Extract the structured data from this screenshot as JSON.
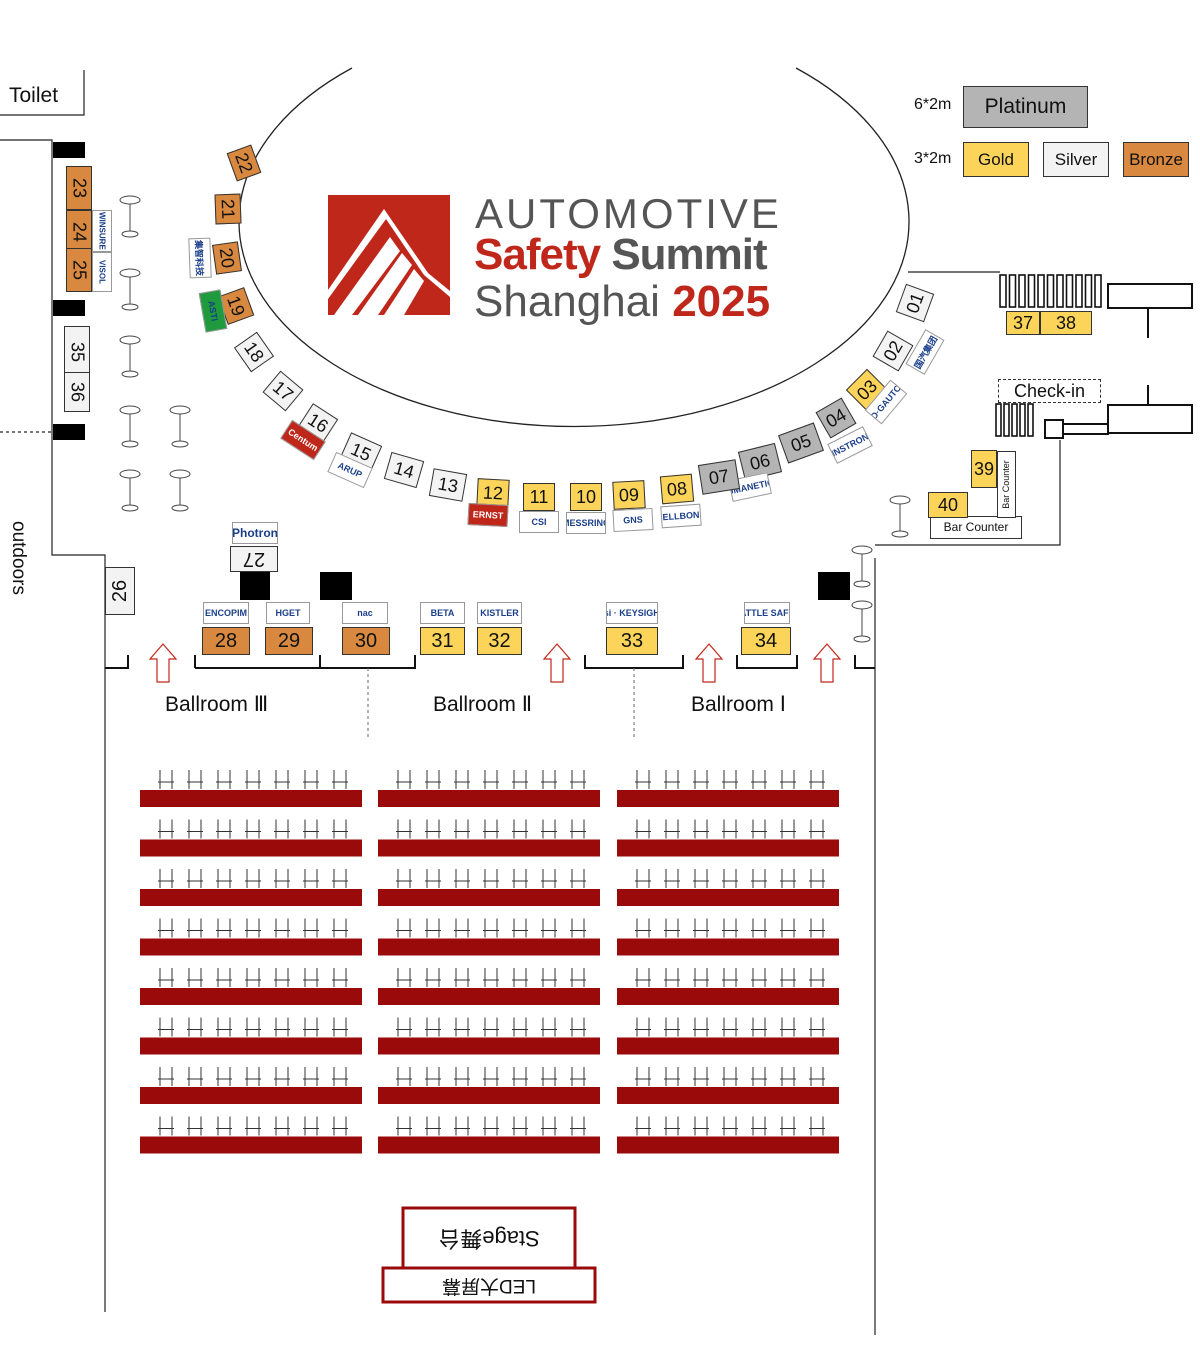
{
  "event": {
    "line1": "AUTOMOTIVE",
    "line2a": "Safety",
    "line2b": "Summit",
    "line3a": "Shanghai",
    "line3b": "2025"
  },
  "colors": {
    "platinum": "#b4b4b4",
    "gold": "#fdd45a",
    "silver": "#f3f3f3",
    "bronze": "#d8893f",
    "brand_red": "#c0271b",
    "brand_gray": "#555555",
    "seat_red": "#9b0a0a"
  },
  "legend": {
    "size_large": "6*2m",
    "size_small": "3*2m",
    "platinum": "Platinum",
    "gold": "Gold",
    "silver": "Silver",
    "bronze": "Bronze"
  },
  "areas": {
    "toilet": "Toilet",
    "outdoors": "outdoors",
    "checkin": "Check-in",
    "bar_counter": "Bar Counter",
    "ballroom_3": "Ballroom Ⅲ",
    "ballroom_2": "Ballroom Ⅱ",
    "ballroom_1": "Ballroom Ⅰ",
    "stage": "Stage舞台",
    "led": "LED大屏幕"
  },
  "booths_ring": [
    {
      "id": "01",
      "tier": "silver",
      "logo": ""
    },
    {
      "id": "02",
      "tier": "silver",
      "logo": "国汽集团"
    },
    {
      "id": "03",
      "tier": "gold",
      "logo": "D·GAUTO"
    },
    {
      "id": "04",
      "tier": "platinum",
      "logo": "INSTRON"
    },
    {
      "id": "05",
      "tier": "platinum",
      "logo": ""
    },
    {
      "id": "06",
      "tier": "platinum",
      "logo": "HUMANETICS"
    },
    {
      "id": "07",
      "tier": "platinum",
      "logo": ""
    },
    {
      "id": "08",
      "tier": "gold",
      "logo": "CELLBOND"
    },
    {
      "id": "09",
      "tier": "gold",
      "logo": "GNS"
    },
    {
      "id": "10",
      "tier": "gold",
      "logo": "MESSRING"
    },
    {
      "id": "11",
      "tier": "gold",
      "logo": "CSI"
    },
    {
      "id": "12",
      "tier": "gold",
      "logo": "ERNST"
    },
    {
      "id": "13",
      "tier": "silver",
      "logo": ""
    },
    {
      "id": "14",
      "tier": "silver",
      "logo": ""
    },
    {
      "id": "15",
      "tier": "silver",
      "logo": "ARUP"
    },
    {
      "id": "16",
      "tier": "silver",
      "logo": "Centum"
    },
    {
      "id": "17",
      "tier": "silver",
      "logo": ""
    },
    {
      "id": "18",
      "tier": "silver",
      "logo": ""
    },
    {
      "id": "19",
      "tier": "bronze",
      "logo": "ASTI"
    },
    {
      "id": "20",
      "tier": "bronze",
      "logo": "集智科技"
    },
    {
      "id": "21",
      "tier": "bronze",
      "logo": ""
    },
    {
      "id": "22",
      "tier": "bronze",
      "logo": ""
    }
  ],
  "booths_left": [
    {
      "id": "23",
      "tier": "bronze"
    },
    {
      "id": "24",
      "tier": "bronze"
    },
    {
      "id": "25",
      "tier": "bronze"
    },
    {
      "id": "35",
      "tier": "silver"
    },
    {
      "id": "36",
      "tier": "silver"
    }
  ],
  "left_logos": [
    "WINSURE",
    "VISOL"
  ],
  "booths_front": [
    {
      "id": "26",
      "tier": "silver",
      "logo": ""
    },
    {
      "id": "27",
      "tier": "silver",
      "logo": "Photron"
    },
    {
      "id": "28",
      "tier": "bronze",
      "logo": "ENCOPIM"
    },
    {
      "id": "29",
      "tier": "bronze",
      "logo": "HGET"
    },
    {
      "id": "30",
      "tier": "bronze",
      "logo": "nac"
    },
    {
      "id": "31",
      "tier": "gold",
      "logo": "BETA"
    },
    {
      "id": "32",
      "tier": "gold",
      "logo": "KISTLER"
    },
    {
      "id": "33",
      "tier": "gold",
      "logo": "esi · KEYSIGHT"
    },
    {
      "id": "34",
      "tier": "gold",
      "logo": "SEATTLE SAFETY"
    }
  ],
  "booths_right": [
    {
      "id": "37",
      "tier": "gold"
    },
    {
      "id": "38",
      "tier": "gold"
    },
    {
      "id": "39",
      "tier": "gold"
    },
    {
      "id": "40",
      "tier": "gold"
    }
  ]
}
